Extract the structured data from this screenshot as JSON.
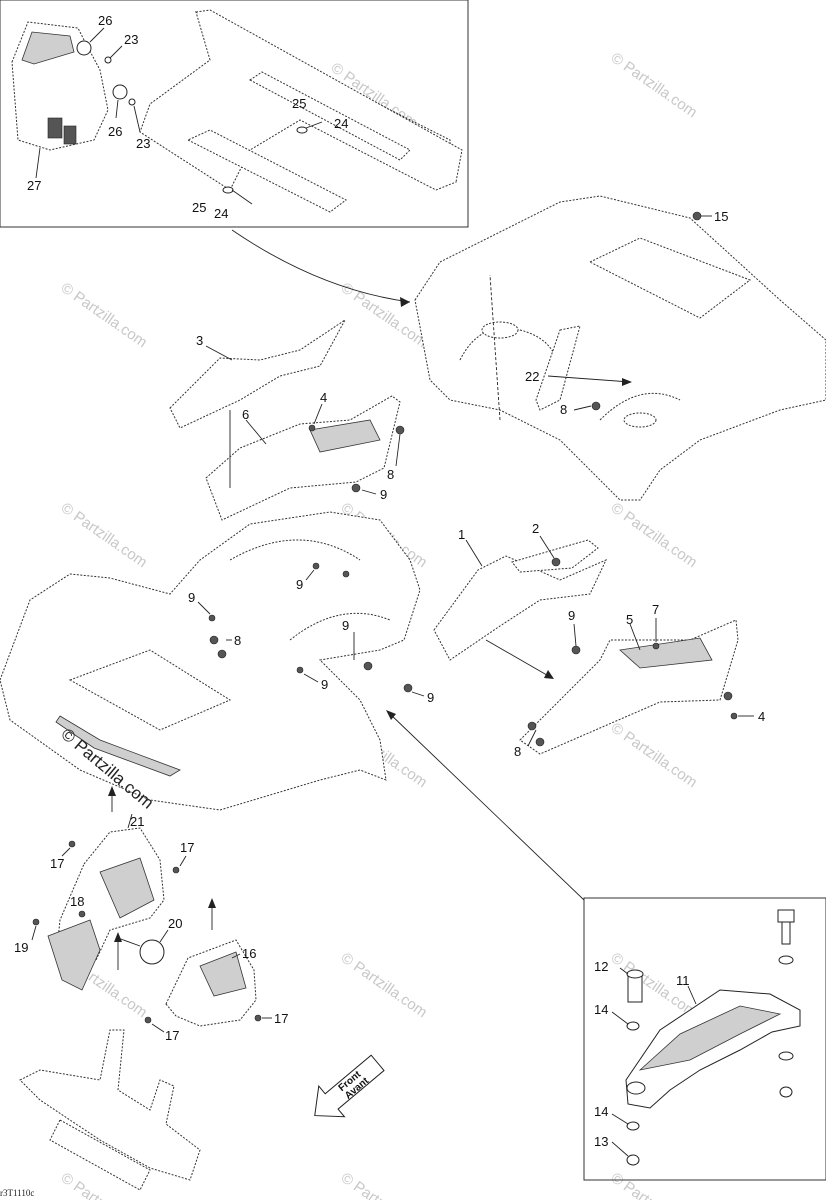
{
  "diagram": {
    "callouts": [
      {
        "id": "c26a",
        "text": "26"
      },
      {
        "id": "c23a",
        "text": "23"
      },
      {
        "id": "c26b",
        "text": "26"
      },
      {
        "id": "c23b",
        "text": "23"
      },
      {
        "id": "c27",
        "text": "27"
      },
      {
        "id": "c25a",
        "text": "25"
      },
      {
        "id": "c24a",
        "text": "24"
      },
      {
        "id": "c25b",
        "text": "25"
      },
      {
        "id": "c24b",
        "text": "24"
      },
      {
        "id": "c15",
        "text": "15"
      },
      {
        "id": "c3",
        "text": "3"
      },
      {
        "id": "c4a",
        "text": "4"
      },
      {
        "id": "c6",
        "text": "6"
      },
      {
        "id": "c8a",
        "text": "8"
      },
      {
        "id": "c9a",
        "text": "9"
      },
      {
        "id": "c22",
        "text": "22"
      },
      {
        "id": "c8b",
        "text": "8"
      },
      {
        "id": "c1",
        "text": "1"
      },
      {
        "id": "c2",
        "text": "2"
      },
      {
        "id": "c9b",
        "text": "9"
      },
      {
        "id": "c9c",
        "text": "9"
      },
      {
        "id": "c8c",
        "text": "8"
      },
      {
        "id": "c9d",
        "text": "9"
      },
      {
        "id": "c9e",
        "text": "9"
      },
      {
        "id": "c9f",
        "text": "9"
      },
      {
        "id": "c7",
        "text": "7"
      },
      {
        "id": "c5",
        "text": "5"
      },
      {
        "id": "c4b",
        "text": "4"
      },
      {
        "id": "c8d",
        "text": "8"
      },
      {
        "id": "c21",
        "text": "21"
      },
      {
        "id": "c17a",
        "text": "17"
      },
      {
        "id": "c17b",
        "text": "17"
      },
      {
        "id": "c18",
        "text": "18"
      },
      {
        "id": "c20",
        "text": "20"
      },
      {
        "id": "c19",
        "text": "19"
      },
      {
        "id": "c16",
        "text": "16"
      },
      {
        "id": "c17c",
        "text": "17"
      },
      {
        "id": "c17d",
        "text": "17"
      },
      {
        "id": "c12",
        "text": "12"
      },
      {
        "id": "c11",
        "text": "11"
      },
      {
        "id": "c14a",
        "text": "14"
      },
      {
        "id": "c14b",
        "text": "14"
      },
      {
        "id": "c13",
        "text": "13"
      }
    ],
    "front_arrow": {
      "line1": "Front",
      "line2": "Avant"
    },
    "watermark": {
      "text": "© Partzilla.com"
    },
    "drawing_code": "r3T1110c"
  }
}
